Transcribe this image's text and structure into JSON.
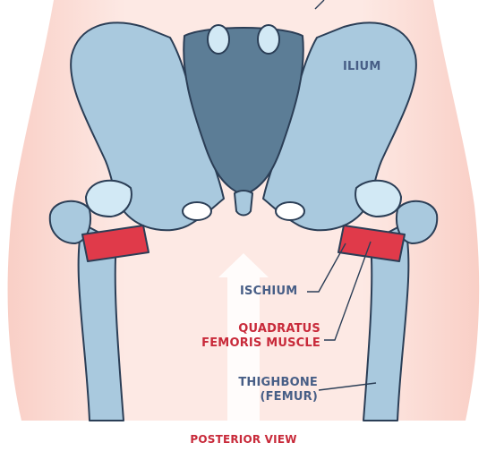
{
  "labels": {
    "ilium": "ILIUM",
    "ischium": "ISCHIUM",
    "quadratus_line1": "QUADRATUS",
    "quadratus_line2": "FEMORIS MUSCLE",
    "thighbone_line1": "THIGHBONE",
    "thighbone_line2": "(FEMUR)",
    "view": "POSTERIOR VIEW"
  },
  "colors": {
    "bone": "#a9c9de",
    "bone_outline": "#2b3e56",
    "sacrum": "#5c7d96",
    "cartilage": "#d2e9f5",
    "muscle": "#e03a4a",
    "skin_light": "#fde9e4",
    "skin_dark": "#f7c8bf",
    "bone_text": "#475e86",
    "muscle_text": "#c82a3a"
  }
}
